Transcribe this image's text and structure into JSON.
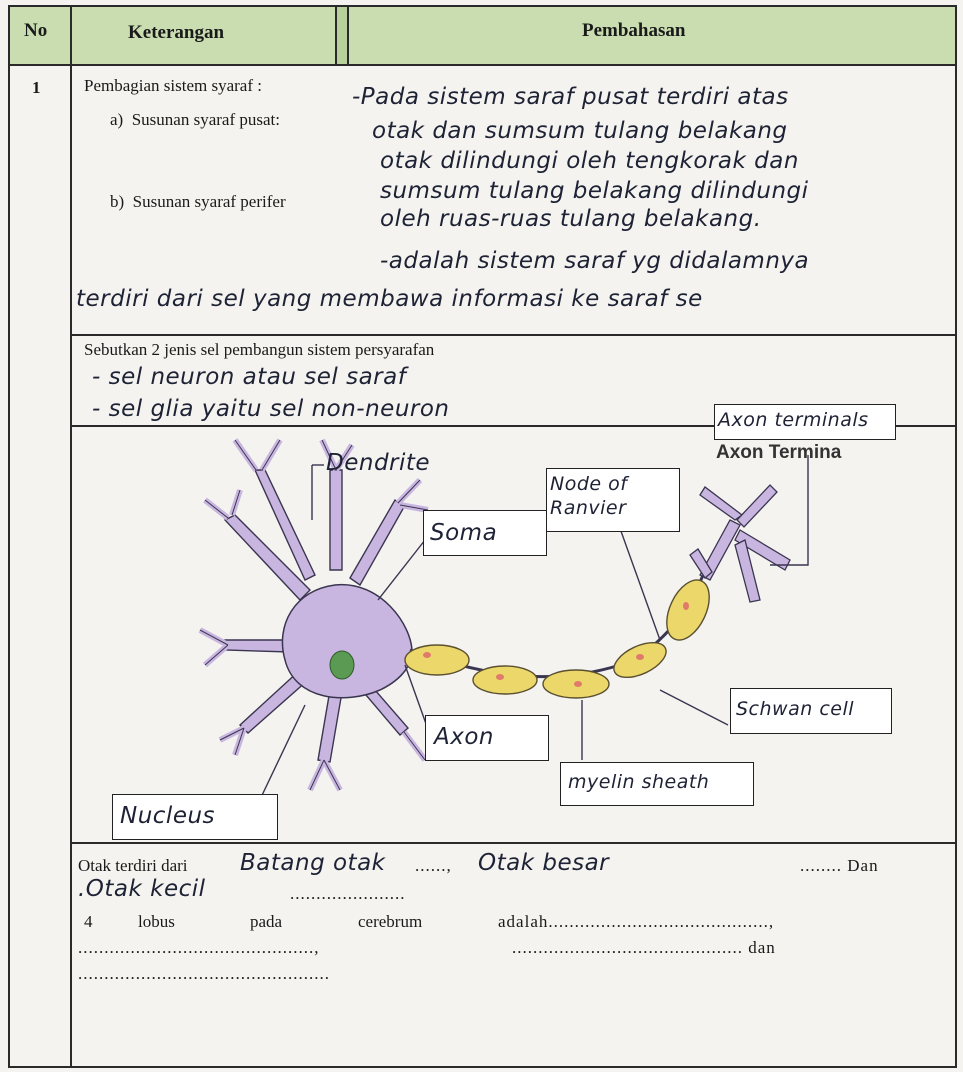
{
  "header": {
    "no": "No",
    "keterangan": "Keterangan",
    "pembahasan": "Pembahasan"
  },
  "row1": {
    "number": "1",
    "question_title": "Pembagian sistem syaraf :",
    "item_a": "a)  Susunan syaraf pusat:",
    "item_b": "b)  Susunan syaraf perifer",
    "answer_lines": [
      "-Pada sistem saraf pusat terdiri atas",
      "otak dan sumsum tulang belakang",
      "otak dilindungi oleh tengkorak dan",
      "sumsum tulang belakang dilindungi",
      "oleh ruas-ruas tulang belakang.",
      "-adalah sistem saraf yg didalamnya",
      "terdiri dari sel yang membawa informasi ke saraf se"
    ]
  },
  "row2": {
    "question": "Sebutkan 2 jenis sel pembangun sistem persyarafan",
    "answer_lines": [
      "- sel neuron atau sel saraf",
      "- sel glia yaitu sel non-neuron"
    ]
  },
  "diagram": {
    "printed_label": "Axon Termina",
    "labels": {
      "axon_terminals": "Axon terminals",
      "dendrite": "Dendrite",
      "node": "Node of Ranvier",
      "soma": "Soma",
      "axon": "Axon",
      "schwann": "Schwan cell",
      "myelin": "myelin sheath",
      "nucleus": "Nucleus"
    }
  },
  "row4": {
    "line1_prefix": "Otak terdiri dari",
    "answer1": "Batang otak",
    "sep1": "......,",
    "answer2": "Otak besar",
    "sep2": "........ Dan",
    "answer3": ".Otak kecil",
    "line2_dots": "......................",
    "line3_num": "4",
    "line3_w1": "lobus",
    "line3_w2": "pada",
    "line3_w3": "cerebrum",
    "line3_w4": "adalah..........................................,",
    "line4_a": ".............................................,",
    "line4_b": "............................................ dan",
    "line5": "................................................"
  },
  "colors": {
    "header_bg": "#c9ddb0",
    "soma": "#c9b6e0",
    "myelin": "#ecd76a",
    "nucleus": "#5a9a52"
  }
}
